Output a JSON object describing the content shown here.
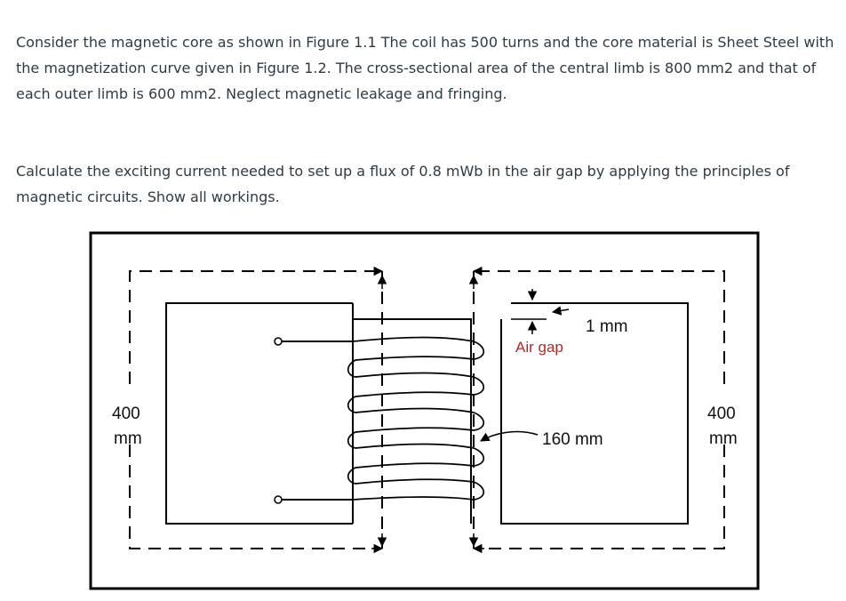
{
  "question": {
    "paragraph_1": "Consider the magnetic core as shown in Figure 1.1 The coil has 500 turns and the core material is Sheet Steel with the magnetization curve given in Figure 1.2.  The cross-sectional area of the central limb is 800 mm2 and that of each outer limb is 600 mm2. Neglect magnetic leakage and fringing.",
    "paragraph_2": "Calculate the exciting current needed to set up a flux of 0.8 mWb in the air gap by applying the principles of magnetic circuits. Show all workings."
  },
  "figure": {
    "gap_label": "1 mm",
    "air_gap_label": "Air gap",
    "center_length_label": "160 mm",
    "left_path_value": "400",
    "left_path_unit": "mm",
    "right_path_value": "400",
    "right_path_unit": "mm"
  }
}
